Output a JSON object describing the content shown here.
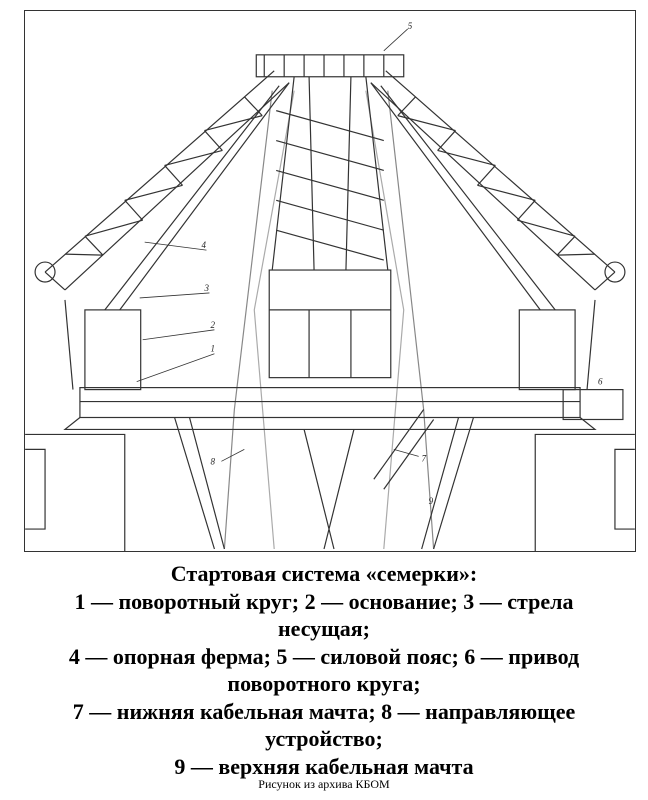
{
  "figure": {
    "part_labels": [
      "1",
      "2",
      "3",
      "4",
      "5",
      "6",
      "7",
      "8",
      "9"
    ]
  },
  "caption": {
    "title": "Стартовая система «семерки»:",
    "lines": [
      "1 — поворотный круг; 2 — основание; 3 — стрела несущая;",
      "4 — опорная ферма; 5 — силовой пояс; 6 — привод поворотного круга;",
      "7 — нижняя кабельная мачта; 8 — направляющее устройство;",
      "9 — верхняя кабельная мачта"
    ],
    "credit": "Рисунок из архива КБОМ"
  }
}
